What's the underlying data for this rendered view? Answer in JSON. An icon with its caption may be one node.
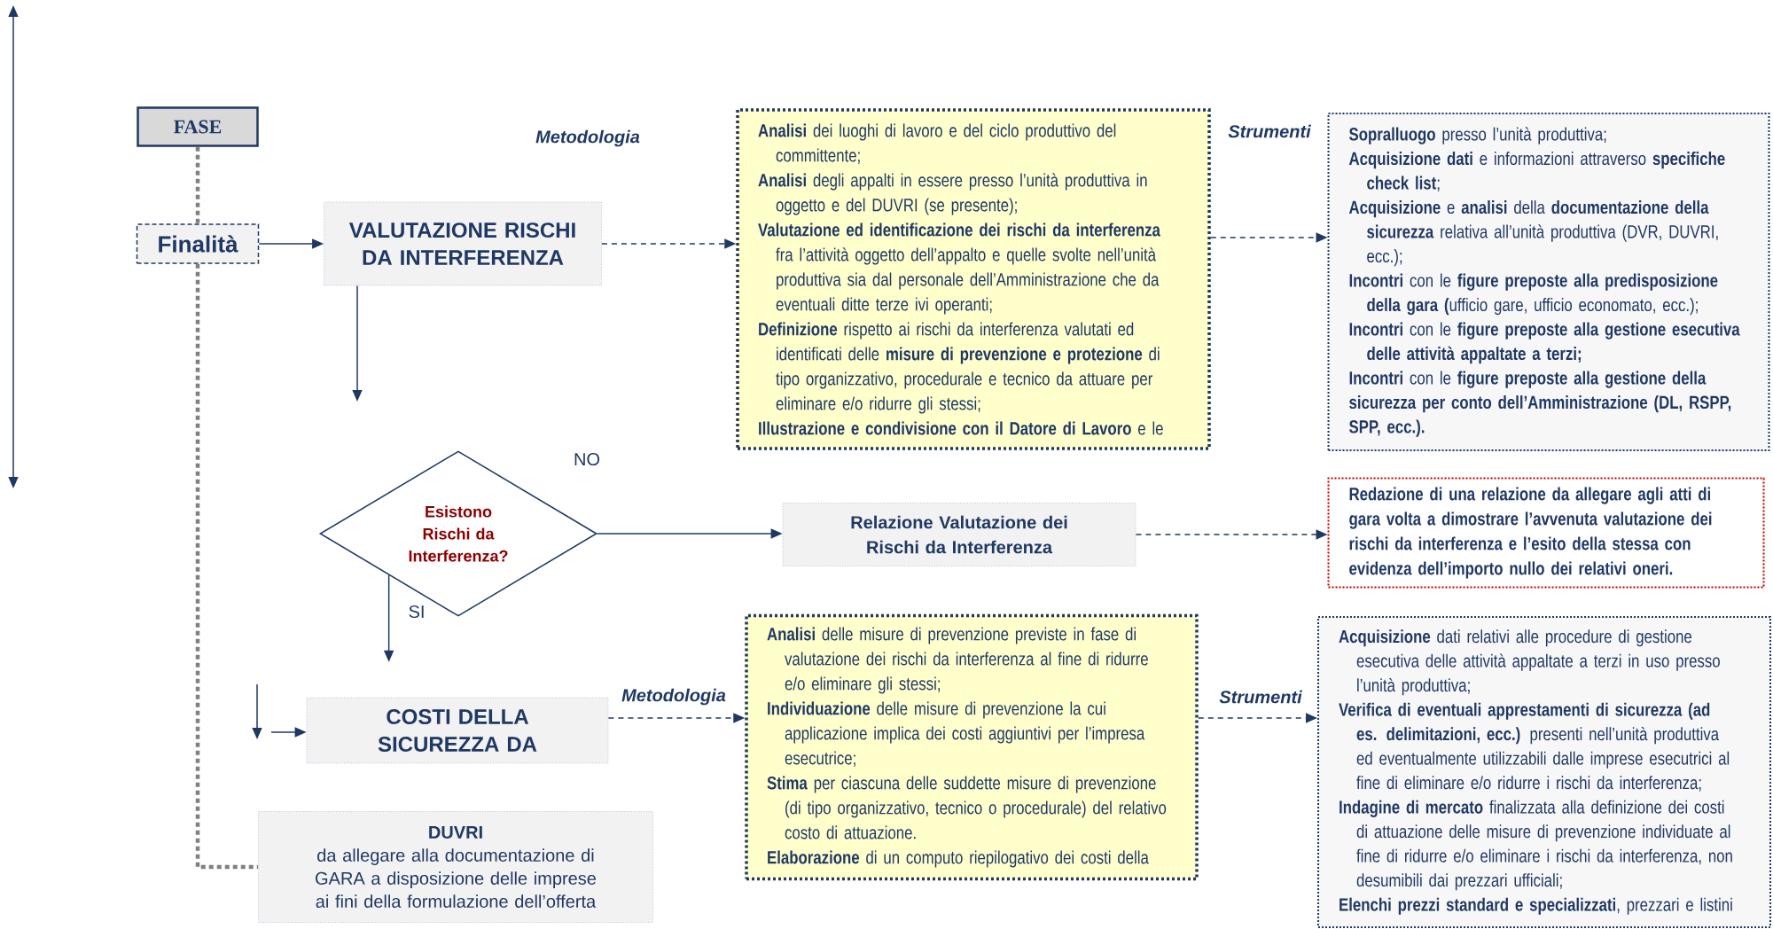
{
  "diagram": {
    "nodes": [
      {
        "text": [
          "FASE"
        ]
      },
      {
        "text": [
          "Finalità"
        ]
      },
      {
        "text": [
          "VALUTAZIONE RISCHI DA INTERFERENZA"
        ]
      },
      {
        "text": [
          "**Analisi** dei luoghi di lavoro e del ciclo produttivo del committente;",
          "**Analisi** degli appalti in essere presso l’unità produttiva in oggetto e del DUVRI (se presente);",
          "**Valutazione ed identificazione dei rischi da interferenza** fra l’attività oggetto dell’appalto e quelle svolte nell’unità produttiva sia dal personale dell’Amministrazione che da eventuali ditte terze ivi operanti;",
          "**Definizione** rispetto ai rischi da interferenza valutati ed identificati delle **misure di prevenzione e protezione** di tipo organizzativo, procedurale e tecnico da attuare per eliminare e/o ridurre gli stessi;",
          "**Illustrazione e condivisione con il Datore di Lavoro** e le"
        ]
      },
      {
        "text": [
          "**Sopralluogo** presso l’unità produttiva;",
          "**Acquisizione dati** e informazioni attraverso **specifiche check list**;",
          "**Acquisizione** e **analisi** della **documentazione della sicurezza** relativa all’unità produttiva (DVR, DUVRI, ecc.);",
          "**Incontri** con le **figure preposte alla predisposizione della gara (**ufficio gare, ufficio economato, ecc.);",
          "**Incontri** con le **figure preposte alla gestione esecutiva delle attività appaltate a terzi;**",
          "**Incontri** con le **figure preposte alla gestione della sicurezza per conto dell’Amministrazione (DL, RSPP, SPP, ecc.).**"
        ]
      },
      {
        "text": [
          "Esistono Rischi da Interferenza?"
        ]
      },
      {
        "text": [
          "Relazione Valutazione dei Rischi da Interferenza"
        ]
      },
      {
        "text": [
          "Redazione di una relazione da allegare agli atti di gara volta a dimostrare l’avvenuta valutazione dei rischi da interferenza e l’esito della stessa con evidenza dell’importo nullo dei relativi oneri."
        ]
      },
      {
        "text": [
          "COSTI DELLA SICUREZZA DA"
        ]
      },
      {
        "text": [
          "**Analisi** delle misure di prevenzione previste in fase di valutazione dei rischi da interferenza al fine di ridurre e/o eliminare gli stessi;",
          "**Individuazione** delle misure di prevenzione la cui applicazione implica dei costi aggiuntivi per l’impresa esecutrice;",
          "**Stima** per ciascuna delle suddette misure di prevenzione (di tipo organizzativo, tecnico o procedurale) del relativo costo di attuazione.",
          "**Elaborazione** di un computo riepilogativo dei costi della"
        ]
      },
      {
        "text": [
          "**Acquisizione** dati relativi alle procedure di gestione esecutiva delle attività appaltate a terzi in uso presso l’unità produttiva;",
          "**Verifica di eventuali apprestamenti di sicurezza (ad es. delimitazioni, ecc.)** presenti nell’unità produttiva ed eventualmente utilizzabili dalle imprese esecutrici al fine di eliminare e/o ridurre i rischi da interferenza;",
          "**Indagine di mercato** finalizzata alla definizione dei costi di attuazione delle misure di prevenzione individuate al fine di ridurre e/o eliminare i rischi da interferenza, non desumibili dai prezzari ufficiali;",
          "**Elenchi prezzi standard e specializzati**, prezzari e listini"
        ]
      },
      {
        "text": [
          "DUVRI",
          "da allegare alla documentazione di GARA a disposizione delle imprese ai fini della formulazione dell’offerta"
        ]
      }
    ],
    "edges": [
      {
        "from": 0,
        "to": 1,
        "arrow": "none",
        "style": "dashed",
        "color": "#808080"
      },
      {
        "from": 1,
        "to": 11,
        "arrow": "none",
        "style": "dashed",
        "color": "#808080"
      },
      {
        "from": 1,
        "to": 2,
        "arrow": "to"
      },
      {
        "from": 2,
        "to": null,
        "arrow": "to"
      },
      {
        "from": 2,
        "to": 3,
        "arrow": "to",
        "style": "dashed"
      },
      {
        "from": 3,
        "to": 4,
        "arrow": "to",
        "style": "dashed"
      },
      {
        "from": 5,
        "to": 6,
        "arrow": "to",
        "label": "NO"
      },
      {
        "from": 5,
        "to": null,
        "arrow": "to",
        "label": "SI"
      },
      {
        "from": 6,
        "to": 7,
        "arrow": "to",
        "style": "dashed"
      },
      {
        "from": null,
        "to": 8,
        "arrow": "to"
      },
      {
        "from": 8,
        "to": 9,
        "arrow": "to",
        "style": "dashed",
        "label": "Metodologia"
      },
      {
        "from": 9,
        "to": 10,
        "arrow": "to",
        "style": "dashed",
        "label": "Strumenti"
      }
    ],
    "labels": [
      "Metodologia",
      "Strumenti"
    ]
  }
}
